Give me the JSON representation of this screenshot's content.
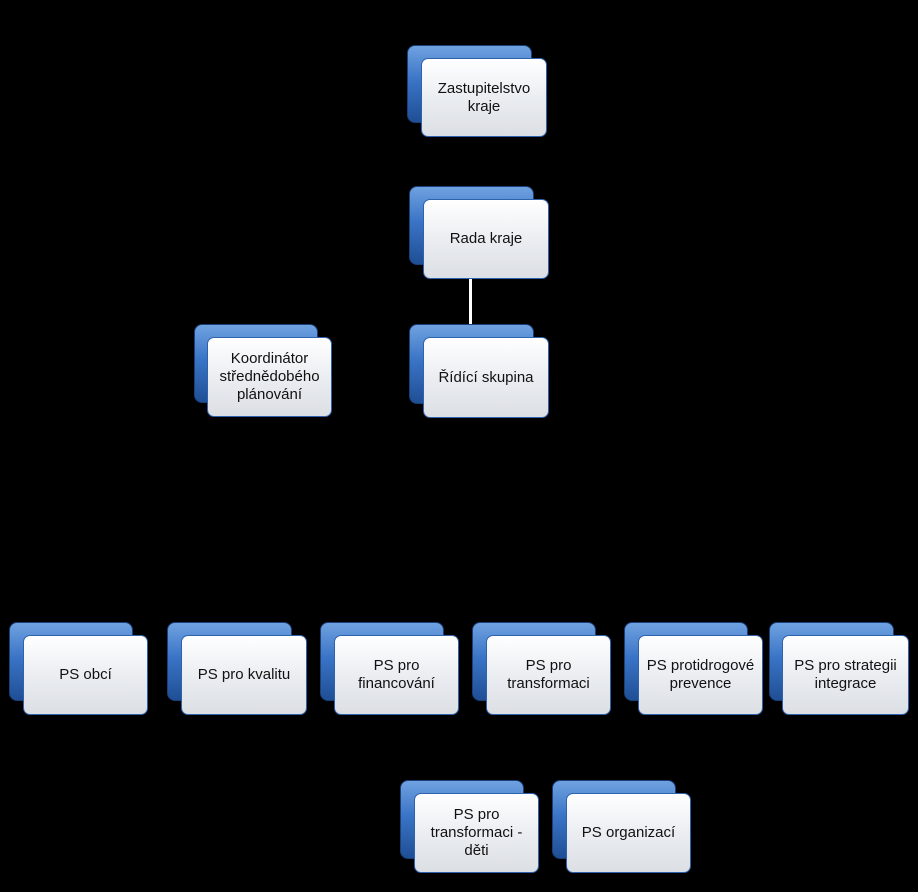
{
  "nodes": {
    "zastupitelstvo": "Zastupitelstvo\nkraje",
    "rada": "Rada kraje",
    "koordinator": "Koordinátor\nstřednědobého\nplánování",
    "ridici": "Řídící skupina",
    "ps_obci": "PS obcí",
    "ps_kvalita": "PS pro kvalitu",
    "ps_financovani": "PS pro\nfinancování",
    "ps_transformace": "PS pro\ntransformaci",
    "ps_protidrogove": "PS protidrogové\nprevence",
    "ps_strategie": "PS pro strategii\nintegrace",
    "ps_transformace_deti": "PS pro\ntransformaci -\nděti",
    "ps_organizaci": "PS organizací"
  },
  "colors": {
    "background": "#000000",
    "node_back": "#3a74c6",
    "node_front": "#e9ecf0",
    "connector": "#ffffff"
  }
}
